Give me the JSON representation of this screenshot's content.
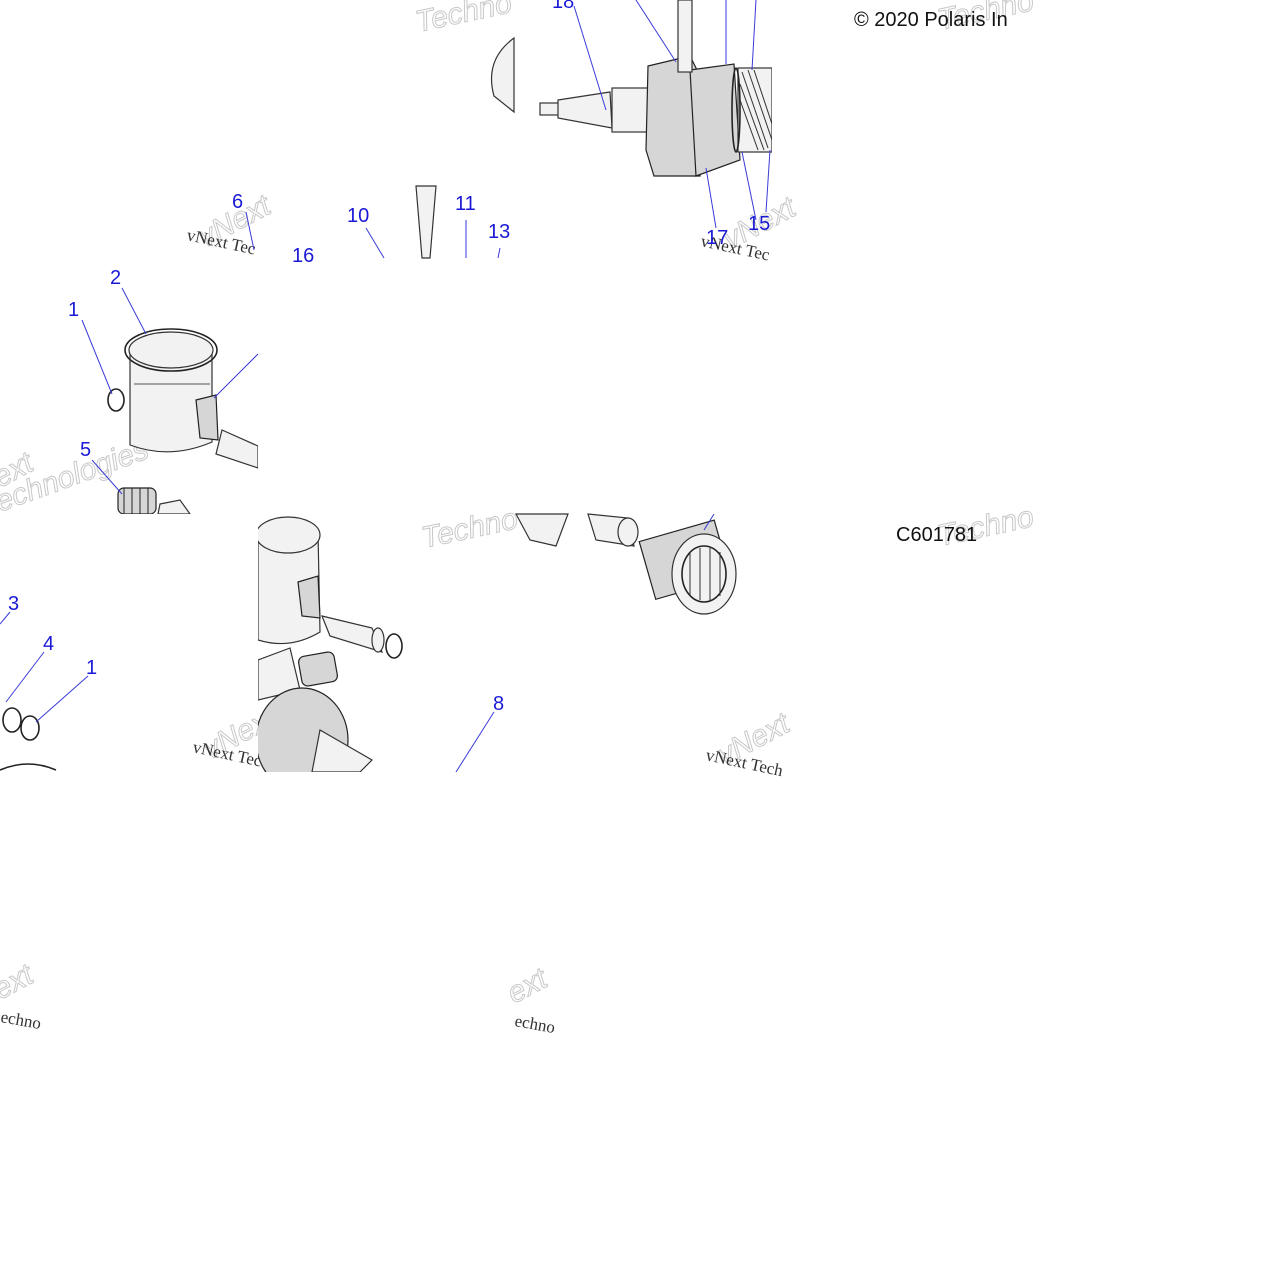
{
  "copyright": "© 2020 Polaris In",
  "diagram_id": "C601781",
  "callouts": [
    {
      "id": "c-18",
      "label": "18"
    },
    {
      "id": "c-6",
      "label": "6"
    },
    {
      "id": "c-10",
      "label": "10"
    },
    {
      "id": "c-11",
      "label": "11"
    },
    {
      "id": "c-13",
      "label": "13"
    },
    {
      "id": "c-16",
      "label": "16"
    },
    {
      "id": "c-17",
      "label": "17"
    },
    {
      "id": "c-15",
      "label": "15"
    },
    {
      "id": "c-2",
      "label": "2"
    },
    {
      "id": "c-1a",
      "label": "1"
    },
    {
      "id": "c-5",
      "label": "5"
    },
    {
      "id": "c-3",
      "label": "3"
    },
    {
      "id": "c-4",
      "label": "4"
    },
    {
      "id": "c-1b",
      "label": "1"
    },
    {
      "id": "c-8",
      "label": "8"
    }
  ],
  "watermarks": {
    "techno": "Techno",
    "vnext": "vNext",
    "vnext_tec": "vNext Tec",
    "vnext_tech": "vNext Tech",
    "ext": "ext",
    "technologies": "echnologies",
    "echno": "echno"
  }
}
